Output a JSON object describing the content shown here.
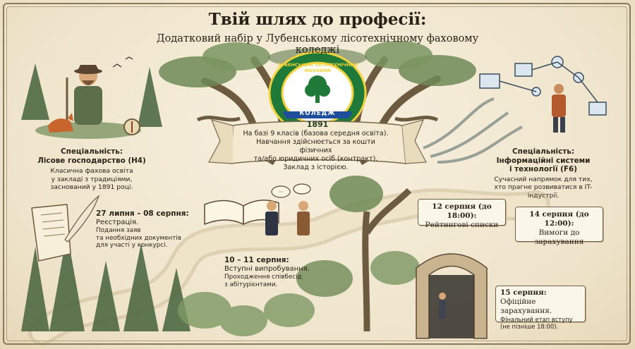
{
  "header": {
    "title": "Твій шлях до професії:",
    "subtitle": "Додатковий набір у Лубенському лісотехнічному фаховому коледжі"
  },
  "emblem": {
    "arc_text": "ЛУБЕНСЬКИЙ ЛІСОТЕХНІЧНИЙ ФАХОВИЙ",
    "banner": "КОЛЕДЖ",
    "year": "1891"
  },
  "ribbon": {
    "line1": "На базі 9 класів (базова середня освіта).",
    "line2": "Навчання здійснюється за кошти фізичних",
    "line3": "та/або юридичних осіб (контракт).",
    "line4": "Заклад з історією."
  },
  "specialty_left": {
    "heading1": "Спеціальність:",
    "heading2": "Лісове господарство (Н4)",
    "text1": "Класична фахова освіта",
    "text2": "у закладі з традиціями,",
    "text3": "заснований у 1891 році."
  },
  "specialty_right": {
    "heading1": "Спеціальність:",
    "heading2": "Інформаційні системи",
    "heading3": "і технології (F6)",
    "text1": "Сучасний напрямок для тих,",
    "text2": "хто прагне розвиватися в IT-індустрії."
  },
  "steps": {
    "registration": {
      "date": "27 липня – 08 серпня:",
      "title": "Реєстрація.",
      "desc1": "Подання заяв",
      "desc2": "та необхідних документів",
      "desc3": "для участі у конкурсі."
    },
    "exams": {
      "date": "10 – 11 серпня:",
      "title": "Вступні випробування.",
      "desc1": "Проходження співбесід",
      "desc2": "з абітурієнтами."
    },
    "rating": {
      "date": "12 серпня (до 18:00):",
      "title": "Рейтингові списки"
    },
    "requirements": {
      "date": "14 серпня (до 12:00):",
      "title1": "Вимоги до",
      "title2": "зарахування"
    },
    "enrollment": {
      "date": "15 серпня:",
      "title": "Офіційне зарахування.",
      "desc1": "Фінальний етап вступу",
      "desc2": "(не пізніше 18:00)."
    }
  },
  "colors": {
    "paper": "#f3ead6",
    "ink": "#2b2419",
    "foliage": "#5f7a4e",
    "emblem_green": "#1f7a3a",
    "emblem_yellow": "#f2d23a",
    "emblem_blue": "#1e4e9c",
    "path": "#e8dcc0"
  },
  "icons": [
    "forester-illustration",
    "fox-icon",
    "compass-icon",
    "tree-icon",
    "scroll-icon",
    "quill-icon",
    "open-book-icon",
    "speech-bubble-icon",
    "it-network-icon",
    "arch-gate-icon",
    "walking-person-icon"
  ]
}
